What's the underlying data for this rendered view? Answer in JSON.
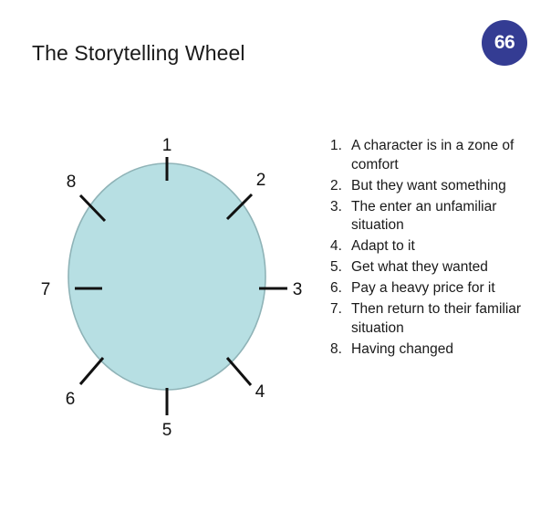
{
  "slide": {
    "title": "The Storytelling Wheel",
    "page_badge": "66",
    "background_color": "#ffffff"
  },
  "colors": {
    "badge_fill": "#343c93",
    "badge_text": "#ffffff",
    "wheel_fill": "#b7dfe3",
    "wheel_stroke": "#8fb3b7",
    "tick_color": "#111111",
    "text_color": "#1a1a1a"
  },
  "wheel": {
    "name": "storytelling-wheel",
    "shape": "ellipse",
    "spoke_count": 8,
    "ticks": [
      {
        "label": "1",
        "position": "top"
      },
      {
        "label": "2",
        "position": "top-right"
      },
      {
        "label": "3",
        "position": "right"
      },
      {
        "label": "4",
        "position": "bottom-right"
      },
      {
        "label": "5",
        "position": "bottom"
      },
      {
        "label": "6",
        "position": "bottom-left"
      },
      {
        "label": "7",
        "position": "left"
      },
      {
        "label": "8",
        "position": "top-left"
      }
    ]
  },
  "steps": [
    {
      "number": "1.",
      "text": "A character is in a zone of comfort"
    },
    {
      "number": "2.",
      "text": "But they want something"
    },
    {
      "number": "3.",
      "text": "The enter an unfamiliar situation"
    },
    {
      "number": "4.",
      "text": "Adapt to it"
    },
    {
      "number": "5.",
      "text": "Get what they wanted"
    },
    {
      "number": "6.",
      "text": "Pay a heavy price for it"
    },
    {
      "number": "7.",
      "text": "Then return to their familiar situation"
    },
    {
      "number": "8.",
      "text": "Having changed"
    }
  ]
}
